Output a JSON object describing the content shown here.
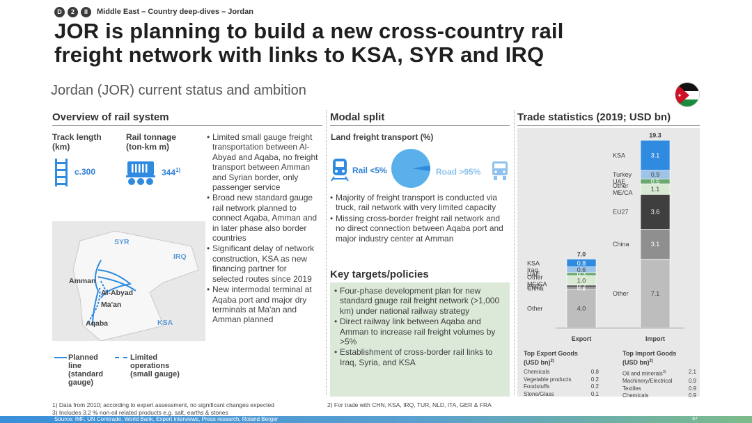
{
  "header": {
    "pill_1": "D",
    "pill_2": "2",
    "pill_3": "II",
    "breadcrumb": "Middle East – Country deep-dives – Jordan",
    "title_line1": "JOR is planning to build a new cross-country rail",
    "title_line2": "freight network with links to KSA, SYR and IRQ",
    "subtitle": "Jordan (JOR) current status and ambition"
  },
  "rail_overview": {
    "section_title": "Overview of rail system",
    "track_label": "Track length\n(km)",
    "track_value": "c.300",
    "tonnage_label": "Rail tonnage\n(ton-km m)",
    "tonnage_value": "344",
    "tonnage_sup": "1)",
    "bullets": [
      "Limited small gauge freight transportation between Al-Abyad and Aqaba, no freight transport between Amman and Syrian border, only passenger service",
      "Broad new standard gauge rail network planned to connect Aqaba, Amman and in later phase also border countries",
      "Significant delay of network construction, KSA as new financing partner for selected routes since 2019",
      "New intermodal terminal at Aqaba port and major dry terminals at Ma'an and Amman planned"
    ],
    "map": {
      "syr": "SYR",
      "irq": "IRQ",
      "ksa": "KSA",
      "amman": "Amman",
      "al_abyad": "Al-Abyad",
      "maan": "Ma'an",
      "aqaba": "Aqaba"
    },
    "legend": {
      "planned": "Planned\nline\n(standard\ngauge)",
      "limited": "Limited\noperations\n(small gauge)"
    }
  },
  "modal_split": {
    "section_title": "Modal split",
    "chart_title": "Land freight transport (%)",
    "rail_label": "Rail <5%",
    "road_label": "Road >95%",
    "bullets": [
      "Majority of freight transport is conducted via truck, rail network with very limited capacity",
      "Missing cross-border freight rail network and no direct connection between Aqaba port and major industry center at Amman"
    ],
    "targets_title": "Key targets/policies",
    "targets": [
      "Four-phase development plan for new standard gauge rail freight network (>1,000 km) under national railway strategy",
      "Direct railway link between Aqaba and Amman to increase rail freight volumes by >5%",
      "Establishment of cross-border rail links to Iraq, Syria, and KSA"
    ]
  },
  "trade": {
    "section_title": "Trade statistics (2019; USD bn)",
    "top_export_title": "Top Export Goods\n(USD bn)",
    "top_export_sup": "2)",
    "top_export": [
      {
        "name": "Chemicals",
        "value": "0.8"
      },
      {
        "name": "Vegetable products",
        "value": "0.2"
      },
      {
        "name": "Foodstuffs",
        "value": "0.2"
      },
      {
        "name": "Stone/Glass",
        "value": "0.1"
      }
    ],
    "top_import_title": "Top Import Goods\n(USD bn)",
    "top_import_sup": "2)",
    "top_import": [
      {
        "name": "Oil and minerals",
        "sup": "3)",
        "value": "2.1"
      },
      {
        "name": "Machinery/Electrical",
        "sup": "",
        "value": "0.9"
      },
      {
        "name": "Textiles",
        "sup": "",
        "value": "0.9"
      },
      {
        "name": "Chemicals",
        "sup": "",
        "value": "0.9"
      }
    ]
  },
  "chart_data": [
    {
      "type": "pie",
      "title": "Land freight transport (%)",
      "labels": [
        "Rail",
        "Road"
      ],
      "display_labels": [
        "Rail <5%",
        "Road >95%"
      ],
      "values": [
        5,
        95
      ]
    },
    {
      "type": "bar",
      "stacked": true,
      "title": "Trade statistics (2019; USD bn)",
      "categories": [
        "Export",
        "Import"
      ],
      "totals": [
        "7.0",
        "19.3"
      ],
      "export_segments": [
        {
          "name": "Other",
          "value": 4.0,
          "label": "4.0",
          "color": "#bdbdbd"
        },
        {
          "name": "China",
          "value": 0.2,
          "label": "0.2",
          "color": "#8f8f8f"
        },
        {
          "name": "EU27",
          "value": 0.2,
          "label": "0.2",
          "color": "#3f3f3f"
        },
        {
          "name": "Other\nME/CA",
          "value": 1.0,
          "label": "1.0",
          "color": "#d9ead3"
        },
        {
          "name": "UAE",
          "value": 0.3,
          "label": "0.3",
          "color": "#6aa86f"
        },
        {
          "name": "Iraq",
          "value": 0.6,
          "label": "0.6",
          "color": "#9dc3e6"
        },
        {
          "name": "KSA",
          "value": 0.8,
          "label": "0.8",
          "color": "#2f8ae0"
        }
      ],
      "import_segments": [
        {
          "name": "Other",
          "value": 7.1,
          "label": "7.1",
          "color": "#bdbdbd"
        },
        {
          "name": "China",
          "value": 3.1,
          "label": "3.1",
          "color": "#8f8f8f"
        },
        {
          "name": "EU27",
          "value": 3.6,
          "label": "3.6",
          "color": "#3f3f3f"
        },
        {
          "name": "Other\nME/CA",
          "value": 1.1,
          "label": "1.1",
          "color": "#d9ead3"
        },
        {
          "name": "UAE",
          "value": 0.5,
          "label": "0.5",
          "color": "#6aa86f"
        },
        {
          "name": "Turkey",
          "value": 0.9,
          "label": "0.9",
          "color": "#9dc3e6"
        },
        {
          "name": "KSA",
          "value": 3.1,
          "label": "3.1",
          "color": "#2f8ae0"
        }
      ],
      "axis_max": 19.3
    }
  ],
  "footnotes": {
    "f1": "1) Data from 2010; according to expert assessment, no significant changes expected",
    "f2": "2) For trade with CHN, KSA, IRQ, TUR, NLD, ITA, GER & FRA",
    "f3": "3) Includes 3.2 % non-oil related products e.g. salt, earths & stones",
    "source": "Source: IMF, UN Comtrade, World Bank, Expert interviews, Press research, Roland Berger",
    "page": "67"
  },
  "colors": {
    "accent_blue": "#2f8ae0",
    "green_box": "#dce9d9",
    "road_pie": "#5ab0ea"
  }
}
